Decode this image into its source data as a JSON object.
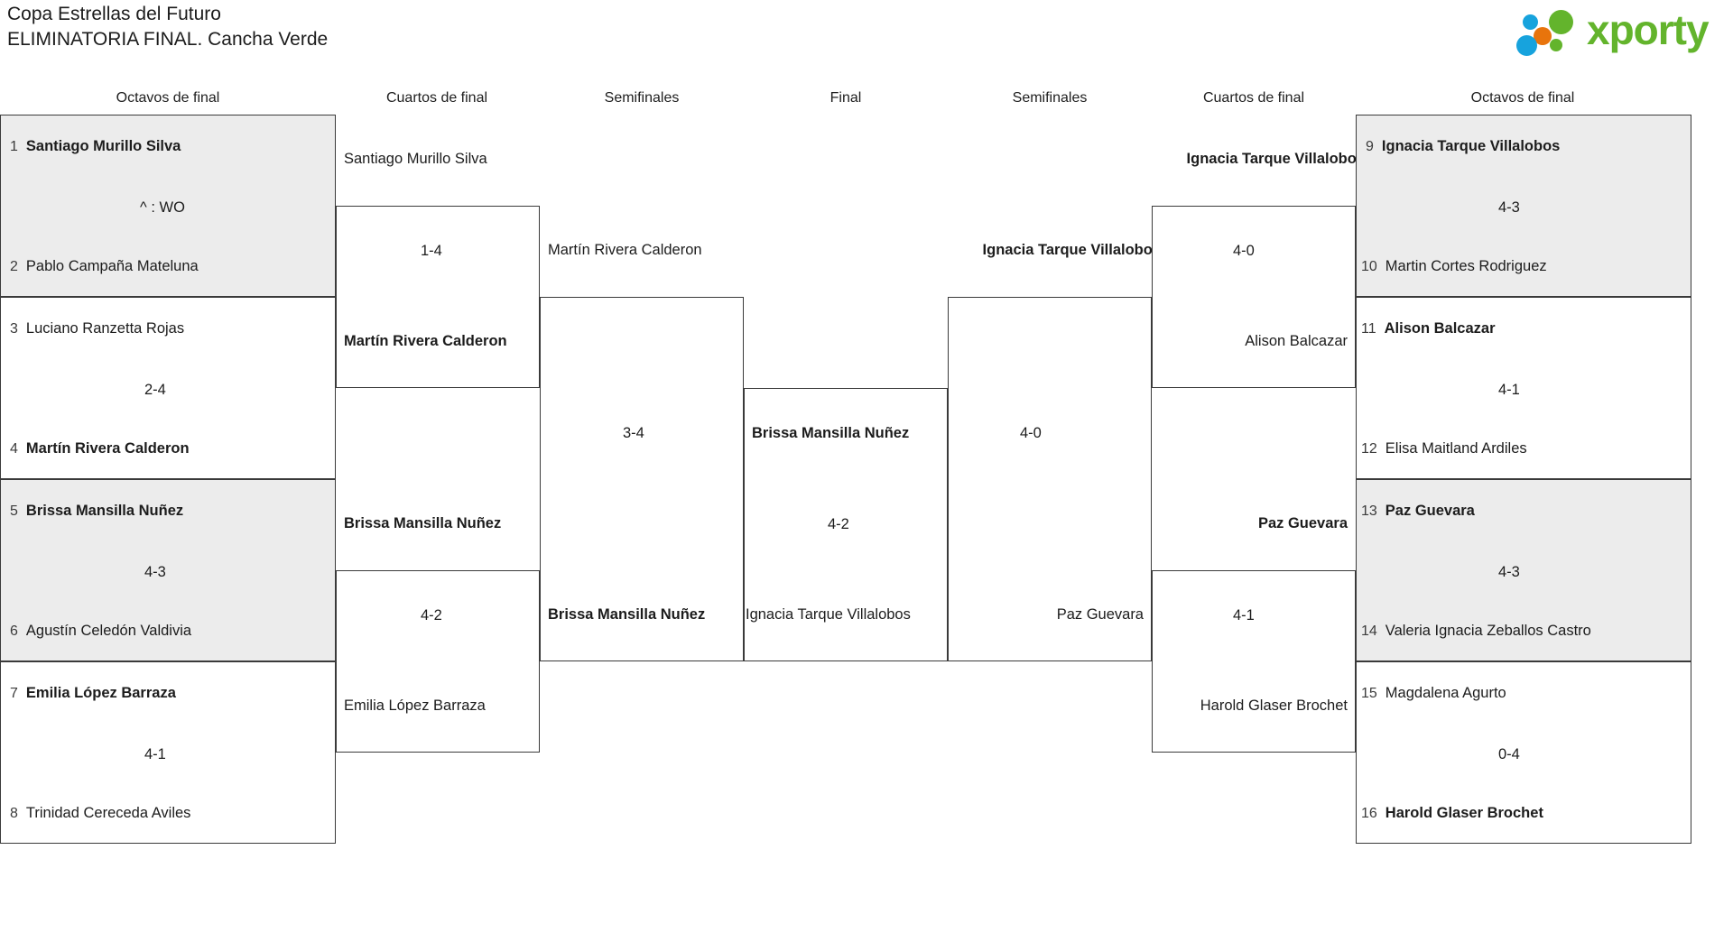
{
  "header": {
    "title_line1": "Copa Estrellas del Futuro",
    "title_line2": "ELIMINATORIA FINAL. Cancha Verde",
    "logo_text": "xporty",
    "logo_colors": {
      "green": "#63b42c",
      "blue": "#17a3dd",
      "orange": "#e8740c"
    }
  },
  "round_headers": {
    "left_r16": "Octavos de final",
    "left_qf": "Cuartos de final",
    "left_sf": "Semifinales",
    "final": "Final",
    "right_sf": "Semifinales",
    "right_qf": "Cuartos de final",
    "right_r16": "Octavos de final"
  },
  "left_r16": [
    {
      "seed_top": "1",
      "top": "Santiago Murillo Silva",
      "top_win": true,
      "score": "^ : WO",
      "seed_bot": "2",
      "bot": "Pablo Campaña Mateluna",
      "bot_win": false,
      "shaded": true
    },
    {
      "seed_top": "3",
      "top": "Luciano Ranzetta Rojas",
      "top_win": false,
      "score": "2-4",
      "seed_bot": "4",
      "bot": "Martín Rivera Calderon",
      "bot_win": true,
      "shaded": false
    },
    {
      "seed_top": "5",
      "top": "Brissa Mansilla Nuñez",
      "top_win": true,
      "score": "4-3",
      "seed_bot": "6",
      "bot": "Agustín Celedón Valdivia",
      "bot_win": false,
      "shaded": true
    },
    {
      "seed_top": "7",
      "top": "Emilia López Barraza",
      "top_win": true,
      "score": "4-1",
      "seed_bot": "8",
      "bot": "Trinidad Cereceda Aviles",
      "bot_win": false,
      "shaded": false
    }
  ],
  "left_qf": [
    {
      "top": "Santiago Murillo Silva",
      "top_win": false,
      "score": "1-4",
      "bot": "Martín Rivera Calderon",
      "bot_win": true
    },
    {
      "top": "Brissa Mansilla Nuñez",
      "top_win": true,
      "score": "4-2",
      "bot": "Emilia López Barraza",
      "bot_win": false
    }
  ],
  "left_sf": [
    {
      "top": "Martín Rivera Calderon",
      "top_win": false,
      "score": "3-4",
      "bot": "Brissa Mansilla Nuñez",
      "bot_win": true
    }
  ],
  "final": {
    "top": "Brissa Mansilla Nuñez",
    "top_win": true,
    "score": "4-2",
    "bot": "Ignacia Tarque Villalobos",
    "bot_win": false
  },
  "right_sf": [
    {
      "top": "Ignacia Tarque Villalobos",
      "top_win": true,
      "score": "4-0",
      "bot": "Paz Guevara",
      "bot_win": false
    }
  ],
  "right_qf": [
    {
      "top": "Ignacia Tarque Villalobos",
      "top_win": true,
      "score": "4-0",
      "bot": "Alison Balcazar",
      "bot_win": false
    },
    {
      "top": "Paz Guevara",
      "top_win": true,
      "score": "4-1",
      "bot": "Harold Glaser Brochet",
      "bot_win": false
    }
  ],
  "right_r16": [
    {
      "seed_top": "9",
      "top": "Ignacia Tarque Villalobos",
      "top_win": true,
      "score": "4-3",
      "seed_bot": "10",
      "bot": "Martin Cortes Rodriguez",
      "bot_win": false,
      "shaded": true
    },
    {
      "seed_top": "11",
      "top": "Alison Balcazar",
      "top_win": true,
      "score": "4-1",
      "seed_bot": "12",
      "bot": "Elisa Maitland Ardiles",
      "bot_win": false,
      "shaded": false
    },
    {
      "seed_top": "13",
      "top": "Paz Guevara",
      "top_win": true,
      "score": "4-3",
      "seed_bot": "14",
      "bot": "Valeria Ignacia Zeballos Castro",
      "bot_win": false,
      "shaded": true
    },
    {
      "seed_top": "15",
      "top": "Magdalena Agurto",
      "top_win": false,
      "score": "0-4",
      "seed_bot": "16",
      "bot": "Harold Glaser Brochet",
      "bot_win": true,
      "shaded": false
    }
  ]
}
